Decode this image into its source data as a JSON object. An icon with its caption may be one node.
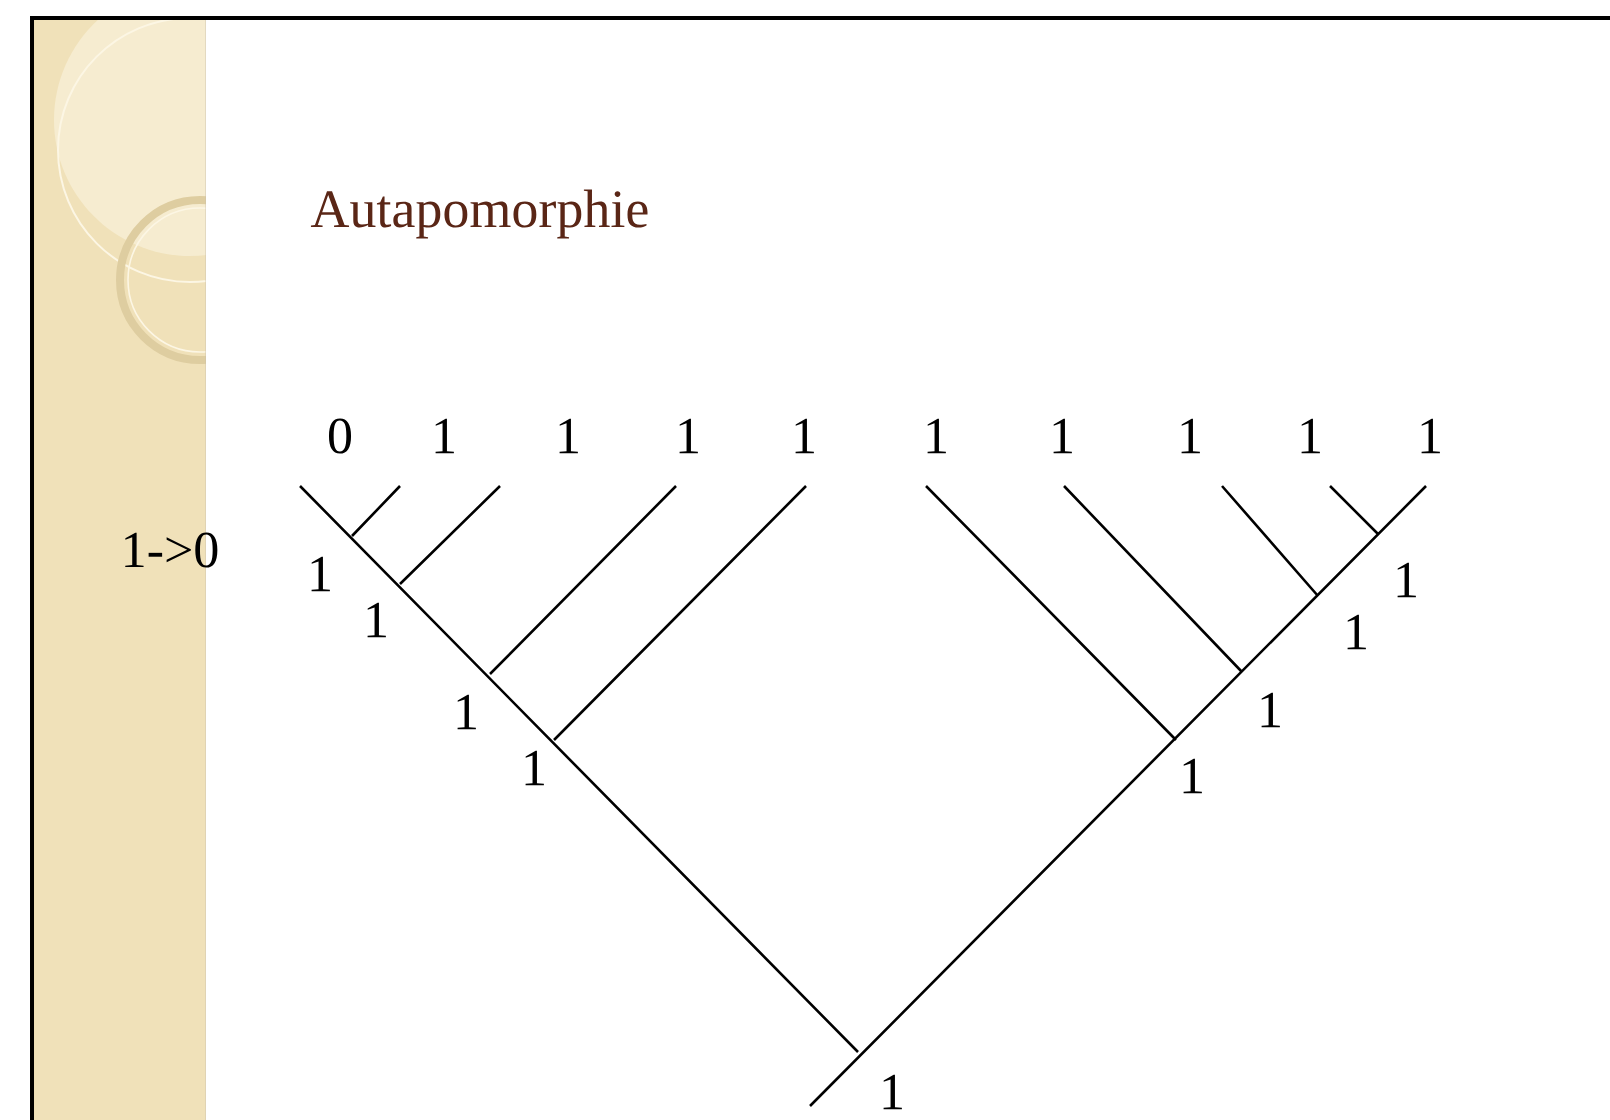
{
  "diagram": {
    "title": "Autapomorphie",
    "labels": [
      "0",
      "1",
      "1",
      "1",
      "1",
      "1",
      "1",
      "1",
      "1",
      "1",
      "1->0",
      "1",
      "1",
      "1",
      "1",
      "1",
      "1",
      "1",
      "1",
      "1"
    ]
  }
}
